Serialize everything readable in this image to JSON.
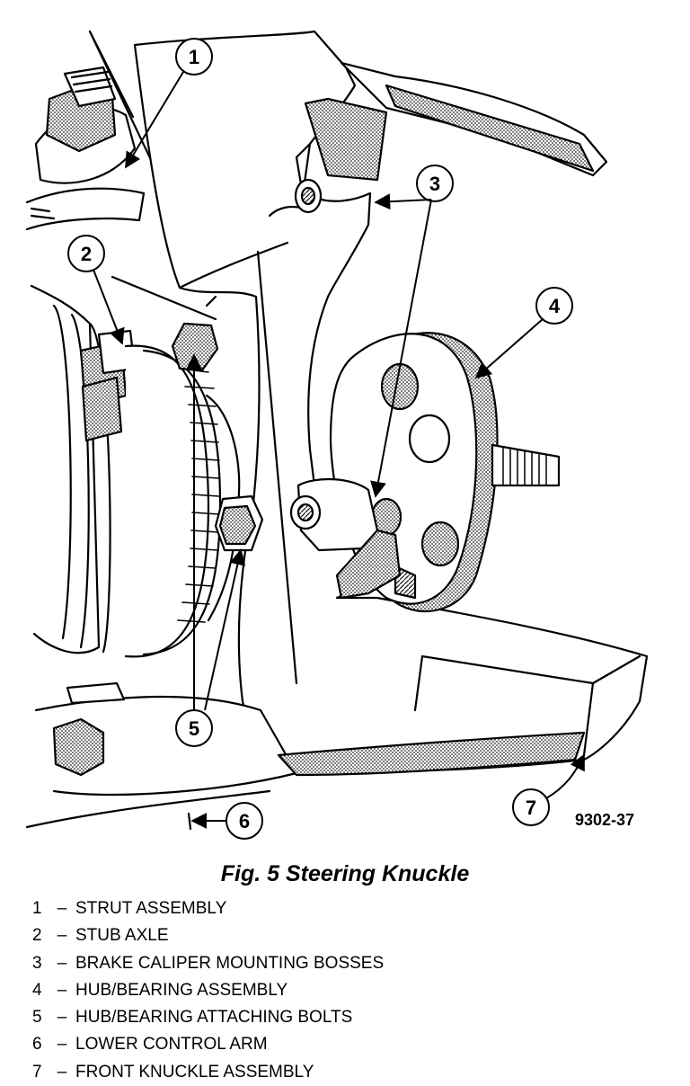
{
  "figure": {
    "id_code": "9302-37",
    "caption": "Fig. 5 Steering Knuckle"
  },
  "callouts": [
    "1",
    "2",
    "3",
    "4",
    "5",
    "6",
    "7"
  ],
  "legend": [
    {
      "num": "1",
      "dash": "–",
      "label": "STRUT ASSEMBLY"
    },
    {
      "num": "2",
      "dash": "–",
      "label": "STUB AXLE"
    },
    {
      "num": "3",
      "dash": "–",
      "label": "BRAKE CALIPER MOUNTING BOSSES"
    },
    {
      "num": "4",
      "dash": "–",
      "label": "HUB/BEARING ASSEMBLY"
    },
    {
      "num": "5",
      "dash": "–",
      "label": "HUB/BEARING ATTACHING BOLTS"
    },
    {
      "num": "6",
      "dash": "–",
      "label": "LOWER CONTROL ARM"
    },
    {
      "num": "7",
      "dash": "–",
      "label": "FRONT KNUCKLE ASSEMBLY"
    }
  ]
}
